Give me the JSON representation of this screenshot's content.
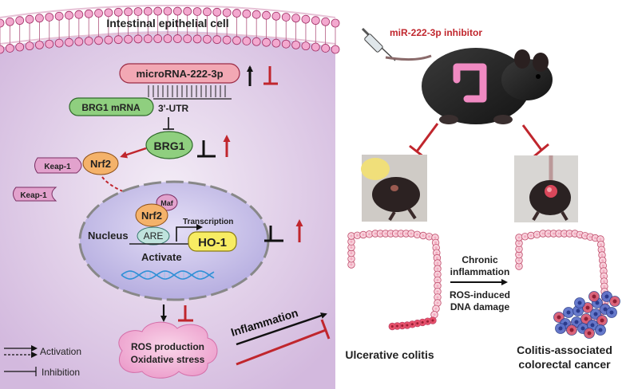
{
  "left_panel": {
    "cell_title": "Intestinal epithelial cell",
    "microrna_label": "microRNA-222-3p",
    "brg1_mrna_label": "BRG1 mRNA",
    "utr_label": "3'-UTR",
    "brg1_label": "BRG1",
    "keap_nrf2_keap": "Keap-1",
    "keap_nrf2_nrf2": "Nrf2",
    "keap_free": "Keap-1",
    "nucleus_label": "Nucleus",
    "maf_label": "Maf",
    "nrf2_label": "Nrf2",
    "are_label": "ARE",
    "transcription_label": "Transcription",
    "ho1_label": "HO-1",
    "activate_label": "Activate",
    "ros_line1": "ROS production",
    "ros_line2": "Oxidative stress"
  },
  "legend": {
    "activation_label": "Activation",
    "inhibition_label": "Inhibition"
  },
  "inflammation_label": "Inflammation",
  "right_panel": {
    "inhibitor_label": "miR-222-3p inhibitor",
    "chronic_line1": "Chronic",
    "chronic_line2": "inflammation",
    "ros_dna_line1": "ROS-induced",
    "ros_dna_line2": "DNA damage",
    "colitis_label": "Ulcerative colitis",
    "cancer_line1": "Colitis-associated",
    "cancer_line2": "colorectal cancer"
  },
  "colors": {
    "membrane": "#c8427e",
    "cell_fill": "#d9c4e2",
    "inhibit_red": "#c0262d",
    "activation_red": "#c0262d",
    "microrna_fill": "#f2a8b4",
    "brg1_green": "#8fcf7f",
    "keap_pink": "#e2a2cd",
    "nrf2_orange": "#f4b26a",
    "are_teal": "#bfe3dd",
    "ho1_yellow": "#f7ec63",
    "ros_pink": "#f1b2d8",
    "nucleus_fill": "#c8c0e8",
    "dna_blue": "#3aa4e6"
  }
}
